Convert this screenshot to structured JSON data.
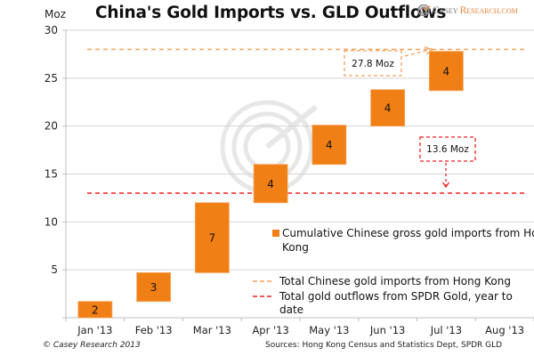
{
  "header": {
    "unit_label": "Moz",
    "title": "China's Gold Imports vs. GLD Outflows",
    "logo": {
      "icon": "casey-research-logo-icon",
      "part1": "Casey",
      "part2": "Research.com"
    }
  },
  "footer": {
    "copyright": "© Casey Research 2013",
    "sources": "Sources: Hong Kong Census and Statistics Dept, SPDR GLD"
  },
  "colors": {
    "bar": "#f07f15",
    "imports_line": "#f5a25b",
    "outflows_line": "#ee2222",
    "grid": "#d4d4d4",
    "axis": "#bfbfbf"
  },
  "chart_data": {
    "type": "bar",
    "subtype": "floating-waterfall",
    "title": "China's Gold Imports vs. GLD Outflows",
    "ylabel": "Moz",
    "xlabel": "",
    "ylim": [
      0,
      30
    ],
    "yticks": [
      5,
      10,
      15,
      20,
      25,
      30
    ],
    "grid": true,
    "categories": [
      "Jan '13",
      "Feb '13",
      "Mar '13",
      "Apr '13",
      "May '13",
      "Jun '13",
      "Jul '13",
      "Aug '13"
    ],
    "series": [
      {
        "name": "Cumulative Chinese gross gold imports from Hong Kong",
        "type": "floating-bar",
        "bars": [
          {
            "category": "Jan '13",
            "start": 0,
            "end": 1.7,
            "label": "2"
          },
          {
            "category": "Feb '13",
            "start": 1.7,
            "end": 4.7,
            "label": "3"
          },
          {
            "category": "Mar '13",
            "start": 4.7,
            "end": 12.0,
            "label": "7"
          },
          {
            "category": "Apr '13",
            "start": 12.0,
            "end": 16.0,
            "label": "4"
          },
          {
            "category": "May '13",
            "start": 16.0,
            "end": 20.1,
            "label": "4"
          },
          {
            "category": "Jun '13",
            "start": 20.0,
            "end": 23.8,
            "label": "4"
          },
          {
            "category": "Jul '13",
            "start": 23.7,
            "end": 27.8,
            "label": "4"
          }
        ]
      },
      {
        "name": "Total Chinese gold imports from Hong Kong",
        "type": "hline-dashed",
        "value": 28.0
      },
      {
        "name": "Total gold outflows from SPDR Gold, year to date",
        "type": "hline-dashed",
        "value": 13.0
      }
    ],
    "annotations": [
      {
        "text": "27.8 Moz",
        "points_to": "Total Chinese gold imports from Hong Kong",
        "value": 27.8
      },
      {
        "text": "13.6 Moz",
        "points_to": "Total gold outflows from SPDR Gold, year to date",
        "value": 13.6
      }
    ],
    "legend": {
      "placement": "bottom-right",
      "entries": [
        {
          "label_lines": [
            "Cumulative Chinese gross gold imports from Hong",
            "Kong"
          ],
          "marker": "square"
        },
        {
          "label_lines": [
            "Total Chinese gold imports from Hong Kong"
          ],
          "marker": "dash-orange"
        },
        {
          "label_lines": [
            "Total gold outflows from SPDR Gold, year to",
            "date"
          ],
          "marker": "dash-red"
        }
      ]
    }
  }
}
